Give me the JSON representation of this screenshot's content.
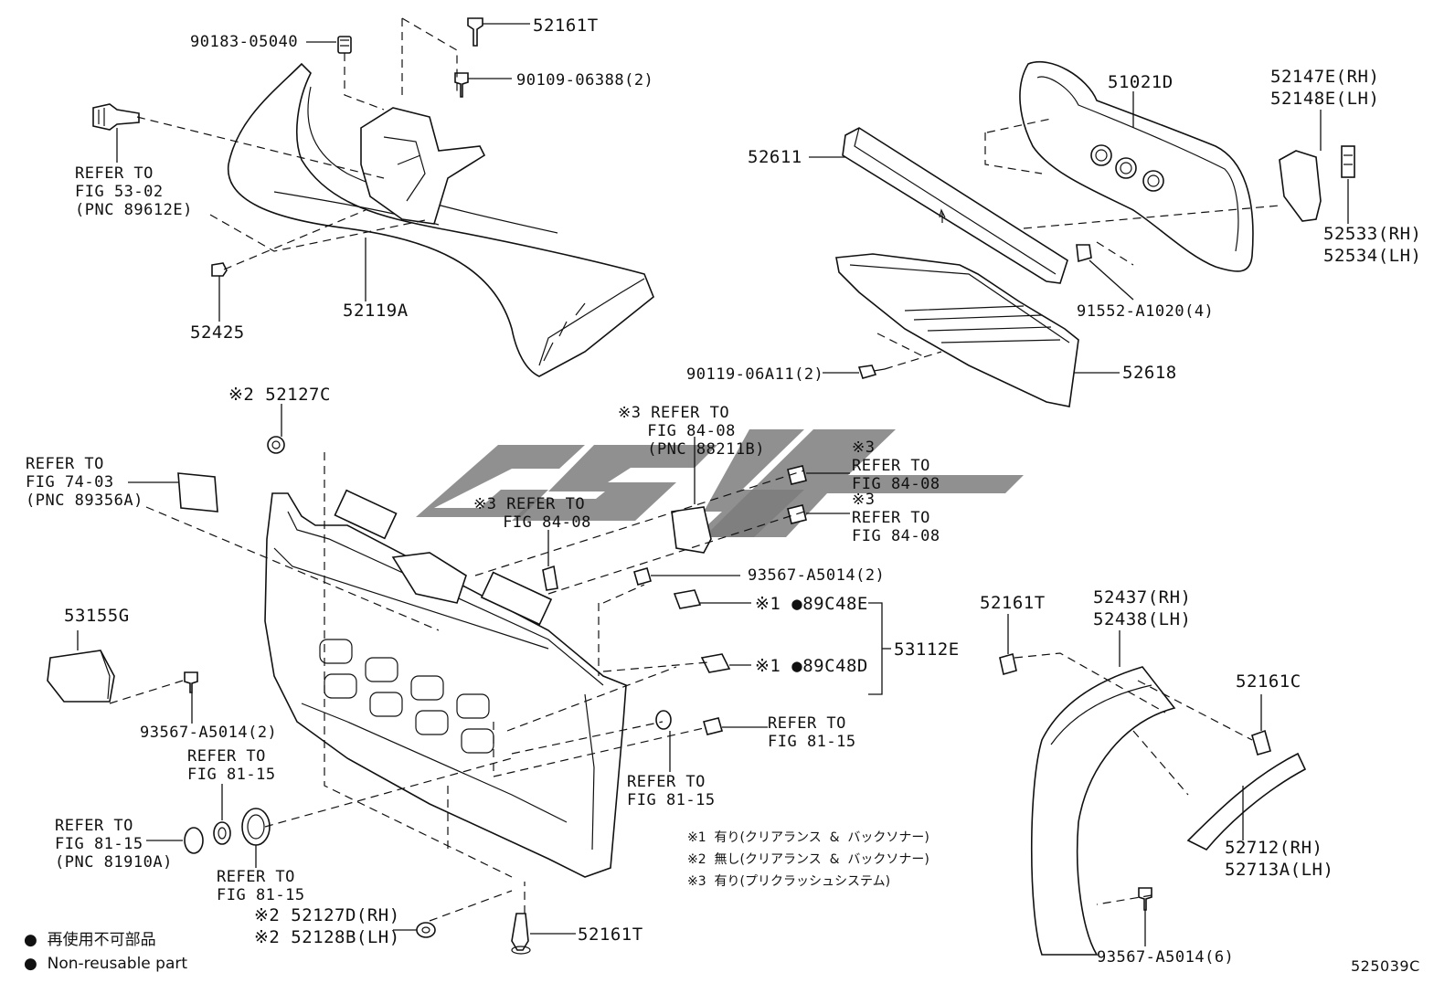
{
  "diagram": {
    "number": "525039C",
    "labels": {
      "p90183": "90183-05040",
      "p52161T_top": "52161T",
      "p90109": "90109-06388(2)",
      "refer_fig53": "REFER TO\nFIG 53-02\n(PNC 89612E)",
      "p52425": "52425",
      "p52119A": "52119A",
      "p51021D": "51021D",
      "p52611": "52611",
      "p52147E": "52147E(RH)\n52148E(LH)",
      "p52533": "52533(RH)\n52534(LH)",
      "p91552": "91552-A1020(4)",
      "p90119": "90119-06A11(2)",
      "p52618": "52618",
      "p52127C": "※2 52127C",
      "refer_fig74": "REFER TO\nFIG 74-03\n(PNC 89356A)",
      "refer_fig84_88211B": "※3 REFER TO\n   FIG 84-08\n   (PNC 88211B)",
      "refer_fig84_a": "※3\nREFER TO\nFIG 84-08",
      "refer_fig84_b": "※3\nREFER TO\nFIG 84-08",
      "refer_fig84_c": "※3 REFER TO\n   FIG 84-08",
      "p93567_mid": "93567-A5014(2)",
      "p89C48E": "※1 ●89C48E",
      "p89C48D": "※1 ●89C48D",
      "p53112E": "53112E",
      "p53155G": "53155G",
      "p93567_left": "93567-A5014(2)",
      "refer_fig81_a": "REFER TO\nFIG 81-15",
      "refer_fig81_b": "REFER TO\nFIG 81-15\n(PNC 81910A)",
      "refer_fig81_c": "REFER TO\nFIG 81-15",
      "refer_fig81_d": "REFER TO\nFIG 81-15",
      "refer_fig81_e": "REFER TO\nFIG 81-15",
      "p52127D": "※2 52127D(RH)\n※2 52128B(LH)",
      "p52161T_bottom": "52161T",
      "p52161T_right": "52161T",
      "p52437": "52437(RH)\n52438(LH)",
      "p52161C": "52161C",
      "p52712": "52712(RH)\n52713A(LH)",
      "p93567_right": "93567-A5014(6)"
    },
    "notes": {
      "n1": "※1  有り(クリアランス  &  バックソナー)",
      "n2": "※2  無し(クリアランス  &  バックソナー)",
      "n3": "※3  有り(プリクラッシュシステム)"
    },
    "legend": {
      "jp": "●  再使用不可部品",
      "en": "●  Non-reusable part"
    }
  }
}
